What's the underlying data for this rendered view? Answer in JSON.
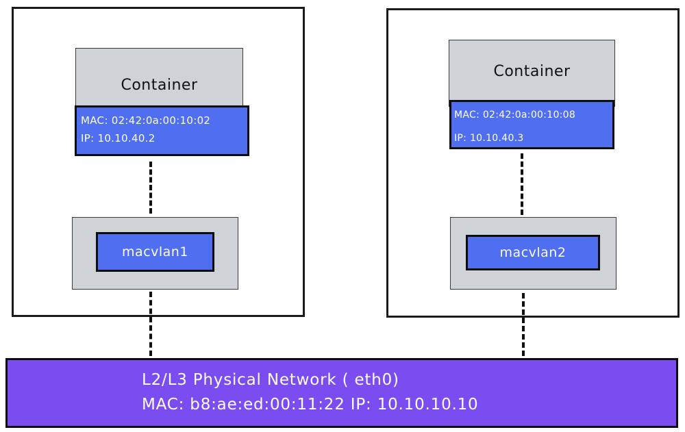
{
  "hosts": [
    {
      "container_label": "Container",
      "mac": "MAC: 02:42:0a:00:10:02",
      "ip": "IP: 10.10.40.2",
      "macvlan_label": "macvlan1"
    },
    {
      "container_label": "Container",
      "mac": "MAC: 02:42:0a:00:10:08",
      "ip": "IP: 10.10.40.3",
      "macvlan_label": "macvlan2"
    }
  ],
  "physical_network": {
    "title": "L2/L3 Physical Network ( eth0)",
    "address": "MAC: b8:ae:ed:00:11:22   IP: 10.10.10.10"
  },
  "colors": {
    "interface_blue": "#4f6ef0",
    "container_gray": "#cfd3d8",
    "physical_purple": "#7b4cf0"
  }
}
